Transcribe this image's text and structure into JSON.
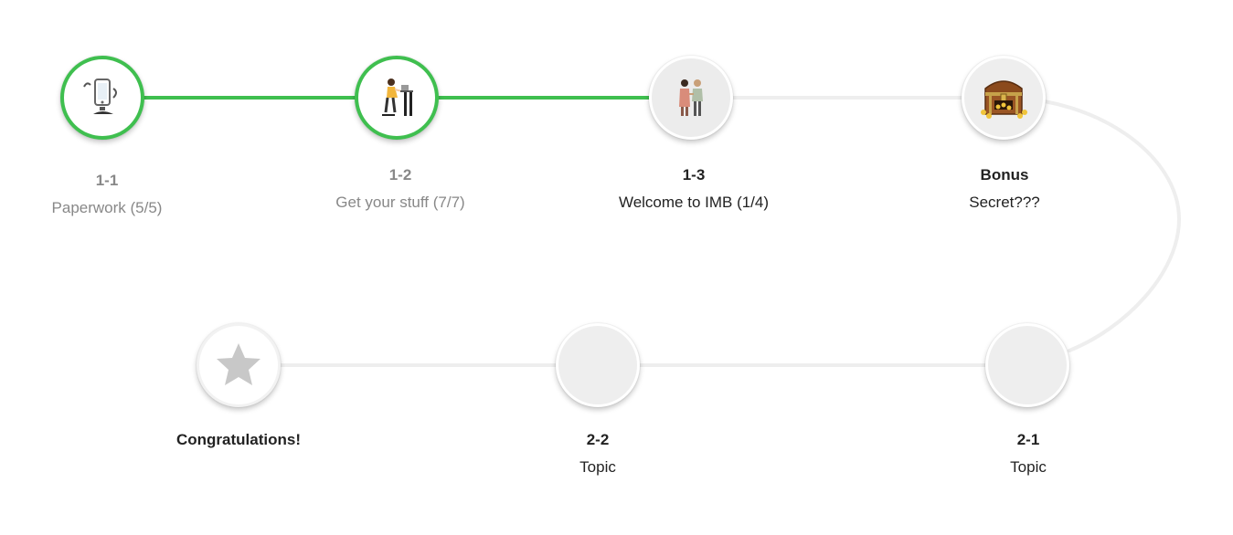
{
  "steps": {
    "s11": {
      "num": "1-1",
      "title": "Paperwork (5/5)",
      "icon": "phone-document-icon",
      "state": "completed"
    },
    "s12": {
      "num": "1-2",
      "title": "Get your stuff (7/7)",
      "icon": "person-at-desk-icon",
      "state": "completed"
    },
    "s13": {
      "num": "1-3",
      "title": "Welcome to IMB (1/4)",
      "icon": "people-greeting-icon",
      "state": "current"
    },
    "bonus": {
      "num": "Bonus",
      "title": "Secret???",
      "icon": "treasure-chest-icon",
      "state": "locked"
    },
    "s21": {
      "num": "2-1",
      "title": "Topic",
      "state": "locked"
    },
    "s22": {
      "num": "2-2",
      "title": "Topic",
      "state": "locked"
    },
    "final": {
      "num": "Congratulations!",
      "icon": "star-icon",
      "state": "locked"
    }
  },
  "colors": {
    "completed": "#3fbf4f",
    "path_inactive": "#eeeeee",
    "node_bg": "#eeeeee",
    "text": "#222222",
    "muted_text": "#888888",
    "star": "#c8c8c8"
  }
}
